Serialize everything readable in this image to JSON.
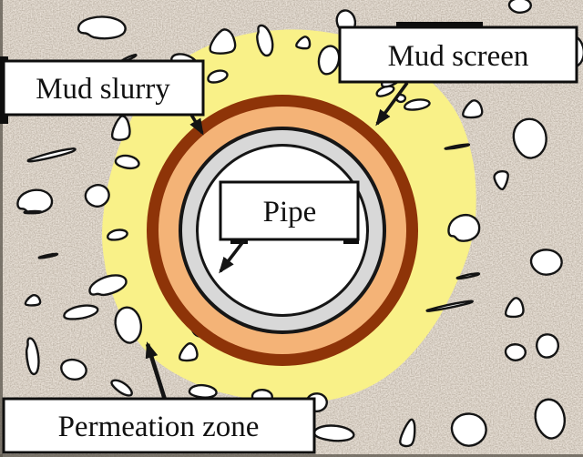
{
  "callouts": {
    "mud_slurry": {
      "label": "Mud slurry"
    },
    "mud_screen": {
      "label": "Mud screen"
    },
    "pipe": {
      "label": "Pipe"
    },
    "permeation_zone": {
      "label": "Permeation zone"
    }
  },
  "colors": {
    "soil_base": "#ac9d8b",
    "permeation_zone": "#f9f188",
    "mud_screen_ring": "#8e3408",
    "mud_slurry_ring": "#f4b377",
    "pipe_wall_ring": "#d8d8d8",
    "pipe_interior": "#ffffff",
    "outline": "#141414"
  }
}
